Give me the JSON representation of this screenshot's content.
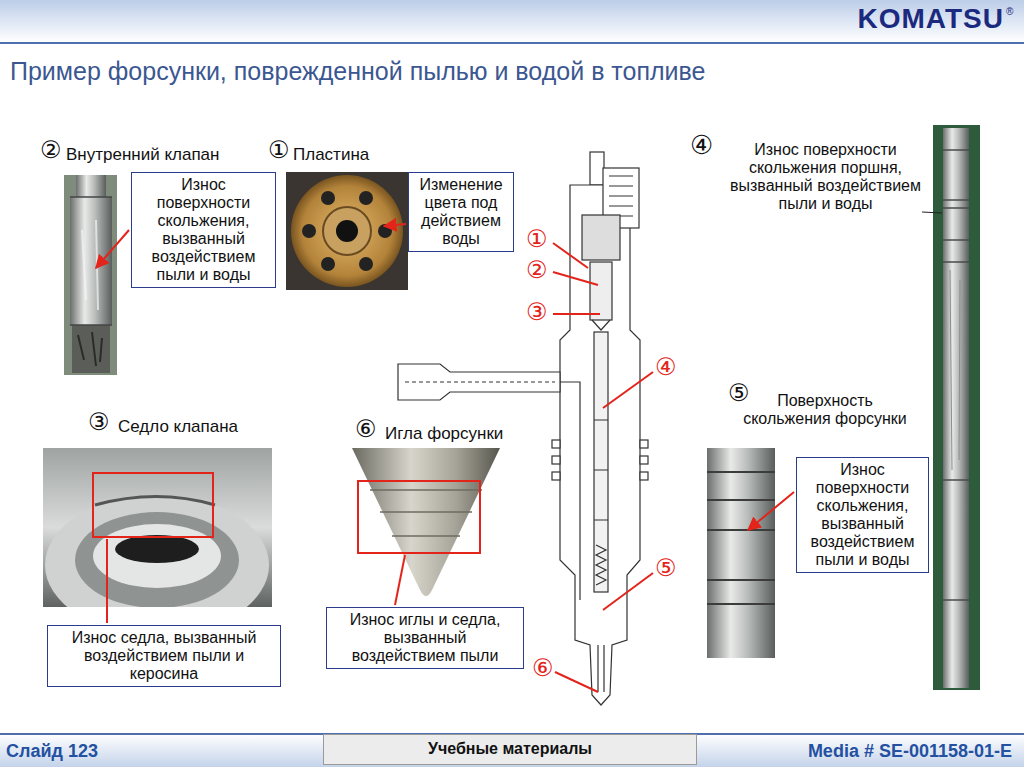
{
  "diagram": {
    "title": "Пример форсунки, поврежденной пылью и водой в топливе",
    "nodes": [
      {
        "text": [
          "Износ поверхности скольжения, вызванный воздействием пыли и воды"
        ]
      },
      {
        "text": [
          "Изменение цвета под действием воды"
        ]
      },
      {
        "text": [
          "Износ седла, вызванный воздействием пыли и керосина"
        ]
      },
      {
        "text": [
          "Износ иглы и седла, вызванный воздействием пыли"
        ]
      },
      {
        "text": [
          "Износ поверхности скольжения, вызванный воздействием пыли и воды"
        ]
      },
      {
        "text": [
          "Учебные материалы"
        ]
      }
    ],
    "labels": [
      "KOMATSU",
      "®",
      "②",
      "Внутренний клапан",
      "①",
      "Пластина",
      "④",
      "Износ поверхности скольжения поршня, вызванный воздействием пыли и воды",
      "①",
      "②",
      "③",
      "④",
      "⑤",
      "⑥",
      "③",
      "Седло клапана",
      "⑥",
      "Игла форсунки",
      "⑤",
      "Поверхность скольжения форсунки",
      "Слайд 123",
      "Media # SE-001158-01-E"
    ]
  }
}
